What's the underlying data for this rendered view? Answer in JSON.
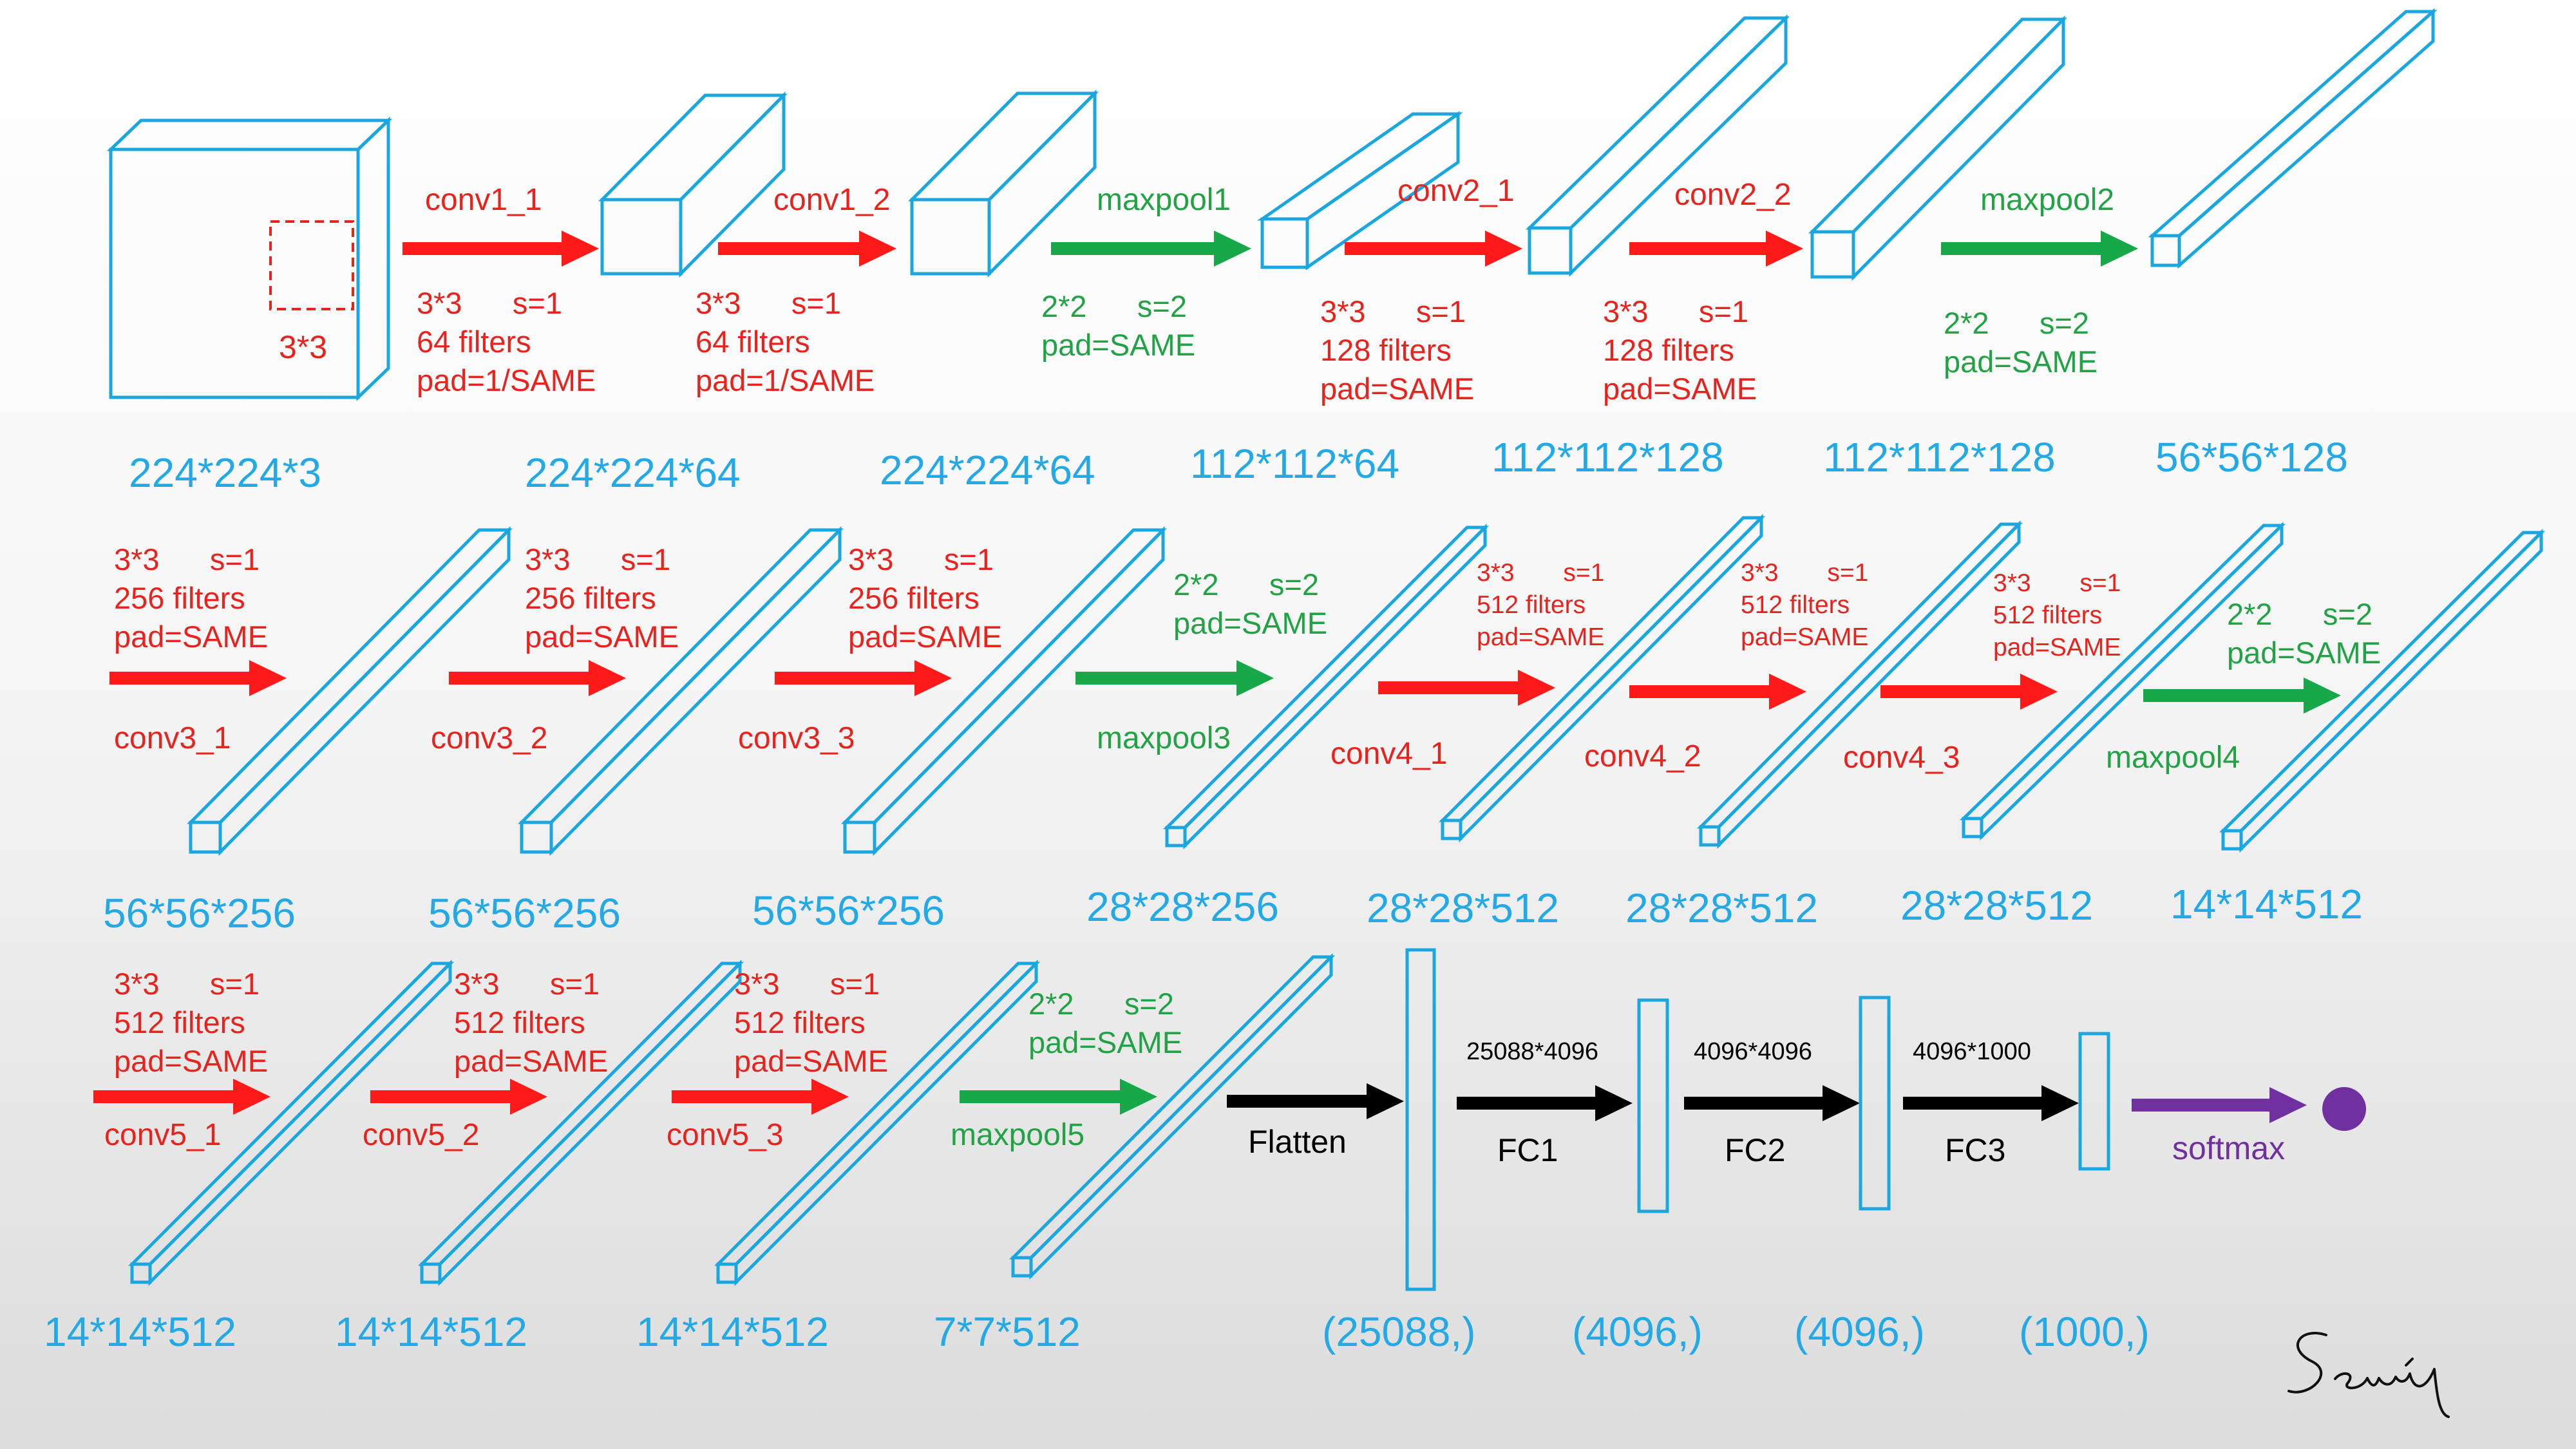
{
  "colors": {
    "layer": "#1aa7e0",
    "conv": "#ff1a1a",
    "pool": "#18a84a",
    "fc": "#000000",
    "softmax": "#7030a0",
    "shape_text": "#22a9e6",
    "conv_text": "#e8221c",
    "pool_text": "#21a345"
  },
  "input": {
    "kernel_label": "3*3",
    "shape": "224*224*3"
  },
  "row1": [
    {
      "name": "conv1_1",
      "type": "conv",
      "params": [
        "3*3      s=1",
        "64 filters",
        "pad=1/SAME"
      ],
      "shape": "224*224*64"
    },
    {
      "name": "conv1_2",
      "type": "conv",
      "params": [
        "3*3      s=1",
        "64 filters",
        "pad=1/SAME"
      ],
      "shape": "224*224*64"
    },
    {
      "name": "maxpool1",
      "type": "pool",
      "params": [
        "2*2      s=2",
        "pad=SAME"
      ],
      "shape": "112*112*64"
    },
    {
      "name": "conv2_1",
      "type": "conv",
      "params": [
        "3*3      s=1",
        "128 filters",
        "pad=SAME"
      ],
      "shape": "112*112*128"
    },
    {
      "name": "conv2_2",
      "type": "conv",
      "params": [
        "3*3      s=1",
        "128 filters",
        "pad=SAME"
      ],
      "shape": "112*112*128"
    },
    {
      "name": "maxpool2",
      "type": "pool",
      "params": [
        "2*2      s=2",
        "pad=SAME"
      ],
      "shape": "56*56*128"
    }
  ],
  "row2": [
    {
      "name": "conv3_1",
      "type": "conv",
      "params": [
        "3*3      s=1",
        "256 filters",
        "pad=SAME"
      ],
      "shape": "56*56*256"
    },
    {
      "name": "conv3_2",
      "type": "conv",
      "params": [
        "3*3      s=1",
        "256 filters",
        "pad=SAME"
      ],
      "shape": "56*56*256"
    },
    {
      "name": "conv3_3",
      "type": "conv",
      "params": [
        "3*3      s=1",
        "256 filters",
        "pad=SAME"
      ],
      "shape": "56*56*256"
    },
    {
      "name": "maxpool3",
      "type": "pool",
      "params": [
        "2*2      s=2",
        "pad=SAME"
      ],
      "shape": "28*28*256"
    },
    {
      "name": "conv4_1",
      "type": "conv",
      "params": [
        "3*3       s=1",
        "512 filters",
        "pad=SAME"
      ],
      "shape": "28*28*512"
    },
    {
      "name": "conv4_2",
      "type": "conv",
      "params": [
        "3*3       s=1",
        "512 filters",
        "pad=SAME"
      ],
      "shape": "28*28*512"
    },
    {
      "name": "conv4_3",
      "type": "conv",
      "params": [
        "3*3       s=1",
        "512 filters",
        "pad=SAME"
      ],
      "shape": "28*28*512"
    },
    {
      "name": "maxpool4",
      "type": "pool",
      "params": [
        "2*2      s=2",
        "pad=SAME"
      ],
      "shape": "14*14*512"
    }
  ],
  "row3": [
    {
      "name": "conv5_1",
      "type": "conv",
      "params": [
        "3*3      s=1",
        "512 filters",
        "pad=SAME"
      ],
      "shape": "14*14*512"
    },
    {
      "name": "conv5_2",
      "type": "conv",
      "params": [
        "3*3      s=1",
        "512 filters",
        "pad=SAME"
      ],
      "shape": "14*14*512"
    },
    {
      "name": "conv5_3",
      "type": "conv",
      "params": [
        "3*3      s=1",
        "512 filters",
        "pad=SAME"
      ],
      "shape": "14*14*512"
    },
    {
      "name": "maxpool5",
      "type": "pool",
      "params": [
        "2*2      s=2",
        "pad=SAME"
      ],
      "shape": "7*7*512"
    }
  ],
  "fc": {
    "flatten": {
      "name": "Flatten",
      "shape": "(25088,)"
    },
    "layers": [
      {
        "name": "FC1",
        "dims": "25088*4096",
        "shape": "(4096,)"
      },
      {
        "name": "FC2",
        "dims": "4096*4096",
        "shape": "(4096,)"
      },
      {
        "name": "FC3",
        "dims": "4096*1000",
        "shape": "(1000,)"
      }
    ],
    "softmax": "softmax"
  },
  "signature": "Serety"
}
